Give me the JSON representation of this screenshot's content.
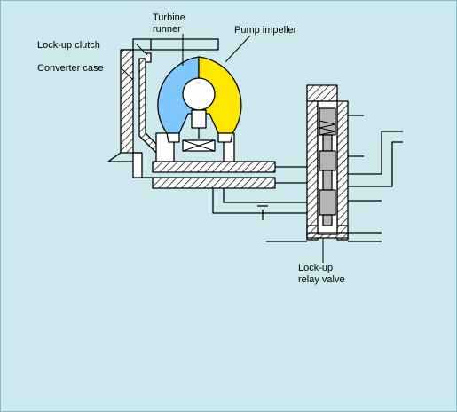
{
  "labels": {
    "turbine_runner": "Turbine\nrunner",
    "pump_impeller": "Pump impeller",
    "lockup_clutch": "Lock-up clutch",
    "converter_case": "Converter case",
    "lockup_relay_valve": "Lock-up\nrelay valve"
  },
  "colors": {
    "background": "#cde9ee",
    "turbine": "#7fc7ff",
    "impeller": "#ffe800",
    "spool": "#b4b4b4",
    "outline": "#000000"
  }
}
